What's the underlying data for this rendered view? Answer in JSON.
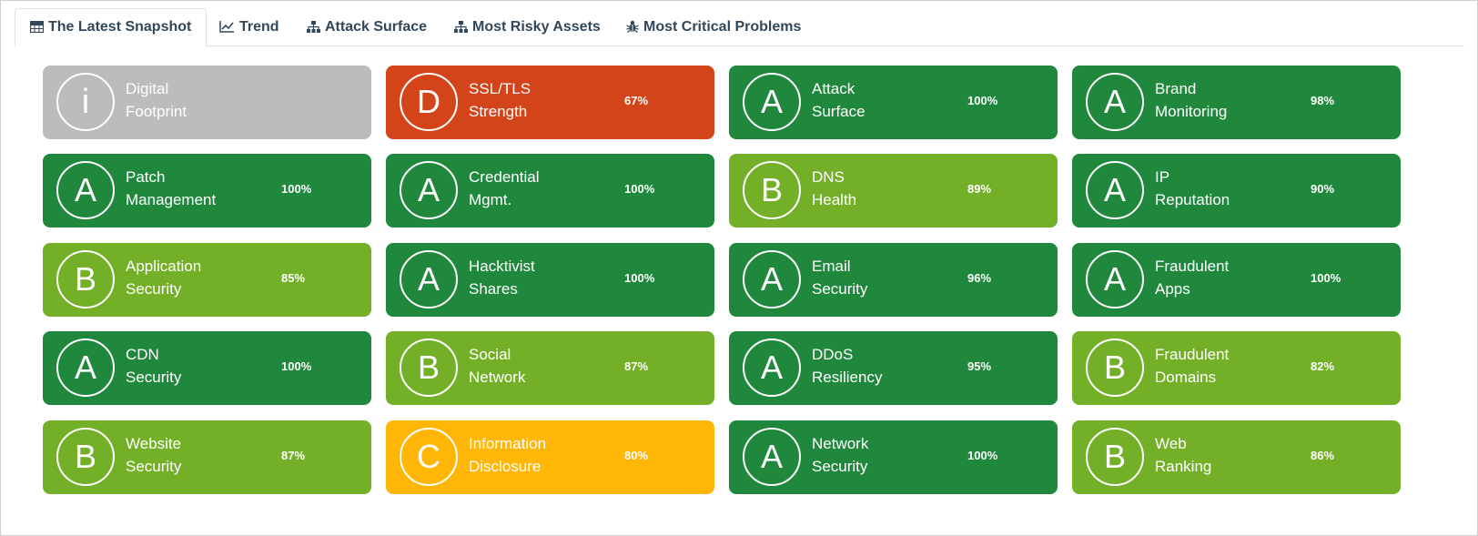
{
  "tabs": [
    {
      "label": "The Latest Snapshot",
      "icon": "table-icon",
      "active": true
    },
    {
      "label": "Trend",
      "icon": "line-chart-icon",
      "active": false
    },
    {
      "label": "Attack Surface",
      "icon": "sitemap-icon",
      "active": false
    },
    {
      "label": "Most Risky Assets",
      "icon": "sitemap-icon",
      "active": false
    },
    {
      "label": "Most Critical Problems",
      "icon": "bug-icon",
      "active": false
    }
  ],
  "colors": {
    "grade_A": "#1f883d",
    "grade_B": "#73b027",
    "grade_C": "#ffb606",
    "grade_D": "#d4441a",
    "grade_info": "#bcbcbc"
  },
  "cards": [
    {
      "grade": "i",
      "line1": "Digital",
      "line2": "Footprint",
      "score": ""
    },
    {
      "grade": "D",
      "line1": "SSL/TLS",
      "line2": "Strength",
      "score": "67%"
    },
    {
      "grade": "A",
      "line1": "Attack",
      "line2": "Surface",
      "score": "100%"
    },
    {
      "grade": "A",
      "line1": "Brand",
      "line2": "Monitoring",
      "score": "98%"
    },
    {
      "grade": "A",
      "line1": "Patch",
      "line2": "Management",
      "score": "100%"
    },
    {
      "grade": "A",
      "line1": "Credential",
      "line2": "Mgmt.",
      "score": "100%"
    },
    {
      "grade": "B",
      "line1": "DNS",
      "line2": "Health",
      "score": "89%"
    },
    {
      "grade": "A",
      "line1": "IP",
      "line2": "Reputation",
      "score": "90%"
    },
    {
      "grade": "B",
      "line1": "Application",
      "line2": "Security",
      "score": "85%"
    },
    {
      "grade": "A",
      "line1": "Hacktivist",
      "line2": "Shares",
      "score": "100%"
    },
    {
      "grade": "A",
      "line1": "Email",
      "line2": "Security",
      "score": "96%"
    },
    {
      "grade": "A",
      "line1": "Fraudulent",
      "line2": "Apps",
      "score": "100%"
    },
    {
      "grade": "A",
      "line1": "CDN",
      "line2": "Security",
      "score": "100%"
    },
    {
      "grade": "B",
      "line1": "Social",
      "line2": "Network",
      "score": "87%"
    },
    {
      "grade": "A",
      "line1": "DDoS",
      "line2": "Resiliency",
      "score": "95%"
    },
    {
      "grade": "B",
      "line1": "Fraudulent",
      "line2": "Domains",
      "score": "82%"
    },
    {
      "grade": "B",
      "line1": "Website",
      "line2": "Security",
      "score": "87%"
    },
    {
      "grade": "C",
      "line1": "Information",
      "line2": "Disclosure",
      "score": "80%"
    },
    {
      "grade": "A",
      "line1": "Network",
      "line2": "Security",
      "score": "100%"
    },
    {
      "grade": "B",
      "line1": "Web",
      "line2": "Ranking",
      "score": "86%"
    }
  ]
}
